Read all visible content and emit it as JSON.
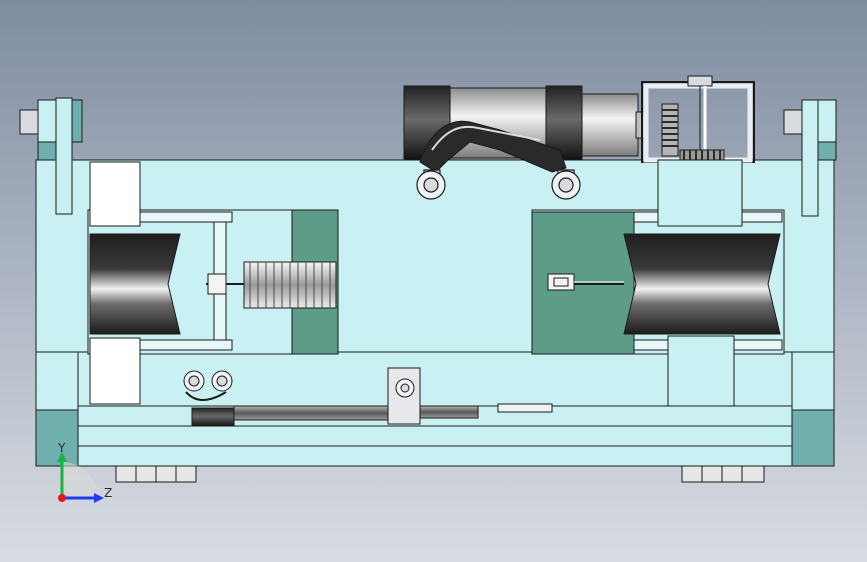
{
  "viewport": {
    "name": "3D model view",
    "background_top": "#7f8ca0",
    "background_bottom": "#d9dce2"
  },
  "model": {
    "part_fill": "#c9f1f3",
    "part_dark": "#6fb0ae",
    "plate_fill": "#5e9c8a",
    "edge_color": "#1a1a1a",
    "motor_icon": "motor-icon",
    "spring_icon": "spring-icon",
    "roller_icon": "roller-icon",
    "gear_icon": "gear-icon"
  },
  "triad": {
    "y_label": "Y",
    "z_label": "Z",
    "y_color": "#18b43c",
    "z_color": "#1e3cf0",
    "x_color": "#e01b1b"
  }
}
